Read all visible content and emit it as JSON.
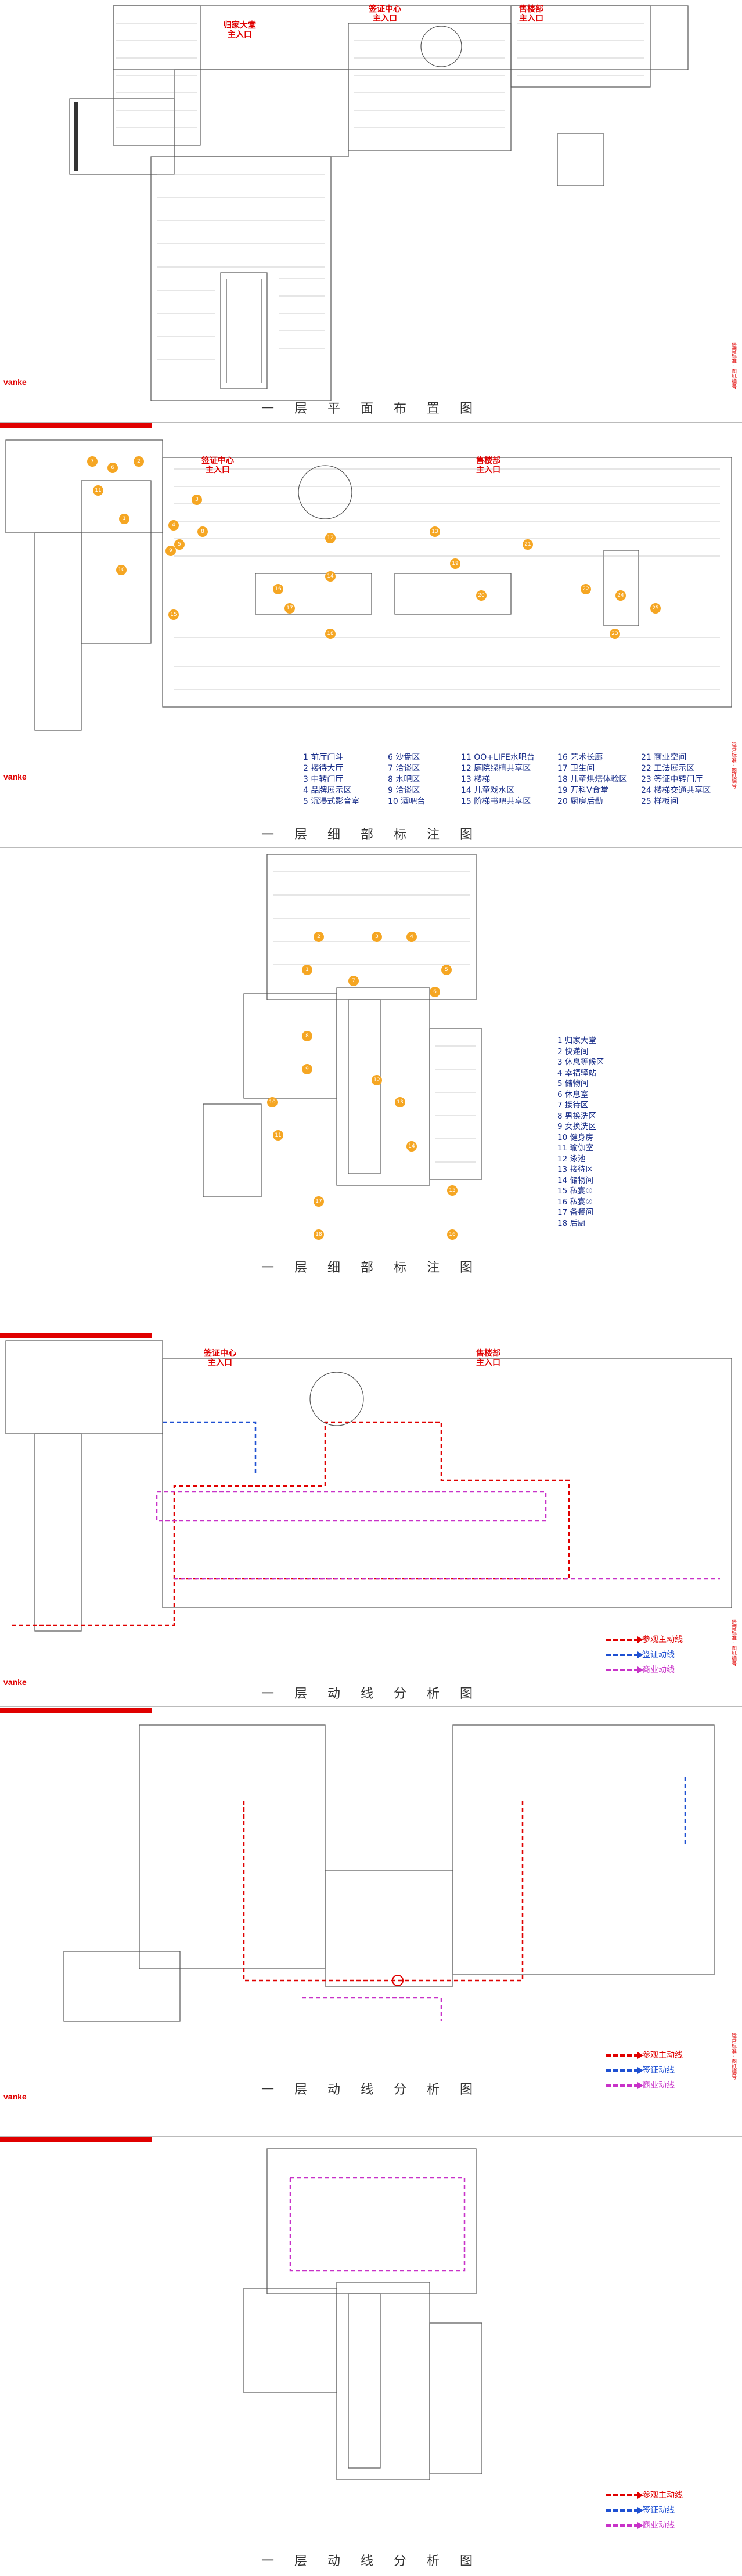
{
  "brand": "vanke",
  "side_note": "运营标准 · 图纸编号",
  "colors": {
    "accent": "#e00000",
    "legend_text": "#1a2f8a",
    "flow_visit": "#e00000",
    "flow_sign": "#1e50d2",
    "flow_commercial": "#c832c8",
    "badge": "#f5a623"
  },
  "sheets": [
    {
      "title": "一 层 平 面 布 置 图",
      "labels": [
        "归家大堂\n主入口",
        "签证中心\n主入口",
        "售楼部\n主入口"
      ]
    },
    {
      "title": "一 层 细 部 标 注 图",
      "labels": [
        "签证中心\n主入口",
        "售楼部\n主入口"
      ]
    },
    {
      "title": "一 层 细 部 标 注 图"
    },
    {
      "title": "一 层 动 线 分 析 图",
      "labels": [
        "签证中心\n主入口",
        "售楼部\n主入口"
      ]
    },
    {
      "title": "一 层 动 线 分 析 图"
    },
    {
      "title": "一 层 动 线 分 析 图"
    }
  ],
  "legend_main": {
    "col1": [
      "1  前厅门斗",
      "2  接待大厅",
      "3  中转门厅",
      "4  品牌展示区",
      "5  沉浸式影音室"
    ],
    "col2": [
      "6  沙盘区",
      "7  洽谈区",
      "8  水吧区",
      "9  洽谈区",
      "10 酒吧台"
    ],
    "col3": [
      "11 OO+LIFE水吧台",
      "12 庭院绿植共享区",
      "13 楼梯",
      "14 儿童戏水区",
      "15 阶梯书吧共享区"
    ],
    "col4": [
      "16 艺术长廊",
      "17 卫生间",
      "18 儿童烘焙体验区",
      "19 万科V食堂",
      "20 厨房后勤"
    ],
    "col5": [
      "21 商业空间",
      "22 工法展示区",
      "23 签证中转门厅",
      "24 楼梯交通共享区",
      "25 样板间"
    ]
  },
  "legend_side": [
    "1  归家大堂",
    "2  快递间",
    "3  休息等候区",
    "4  幸福驿站",
    "5  储物间",
    "6  休息室",
    "7  接待区",
    "8  男换洗区",
    "9  女换洗区",
    "10 健身房",
    "11 瑜伽室",
    "12 泳池",
    "13 接待区",
    "14 储物间",
    "15 私宴①",
    "16 私宴②",
    "17 备餐间",
    "18 后厨"
  ],
  "flow_legend": [
    "参观主动线",
    "签证动线",
    "商业动线"
  ],
  "badges_main": [
    "1",
    "2",
    "3",
    "4",
    "5",
    "6",
    "7",
    "8",
    "9",
    "10",
    "11",
    "12",
    "13",
    "14",
    "15",
    "16",
    "17",
    "18",
    "19",
    "20",
    "21",
    "22",
    "23",
    "24",
    "25"
  ],
  "badges_side": [
    "1",
    "2",
    "3",
    "4",
    "5",
    "6",
    "7",
    "8",
    "9",
    "10",
    "11",
    "12",
    "13",
    "14",
    "15",
    "16",
    "17",
    "18"
  ]
}
